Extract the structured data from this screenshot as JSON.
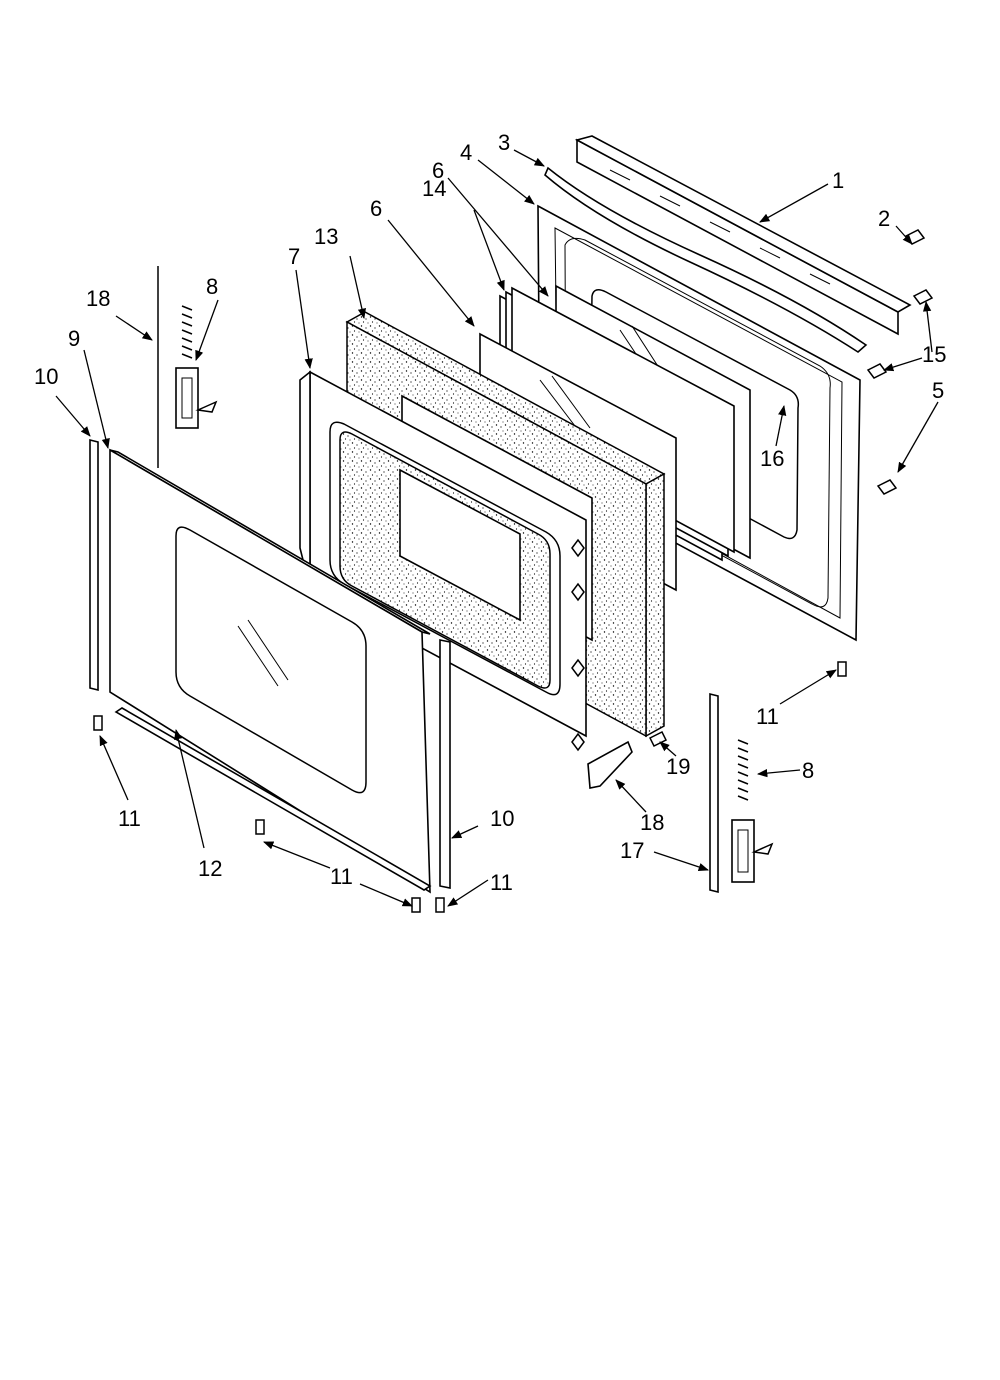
{
  "diagram": {
    "labels": {
      "p1": "1",
      "p2": "2",
      "p3": "3",
      "p4": "4",
      "p5": "5",
      "p6a": "6",
      "p6b": "6",
      "p7": "7",
      "p8a": "8",
      "p8b": "8",
      "p9": "9",
      "p10a": "10",
      "p10b": "10",
      "p11a": "11",
      "p11b": "11",
      "p11c": "11",
      "p11d": "11",
      "p12": "12",
      "p13": "13",
      "p14": "14",
      "p15": "15",
      "p16": "16",
      "p17": "17",
      "p18a": "18",
      "p18b": "18",
      "p19": "19"
    }
  }
}
